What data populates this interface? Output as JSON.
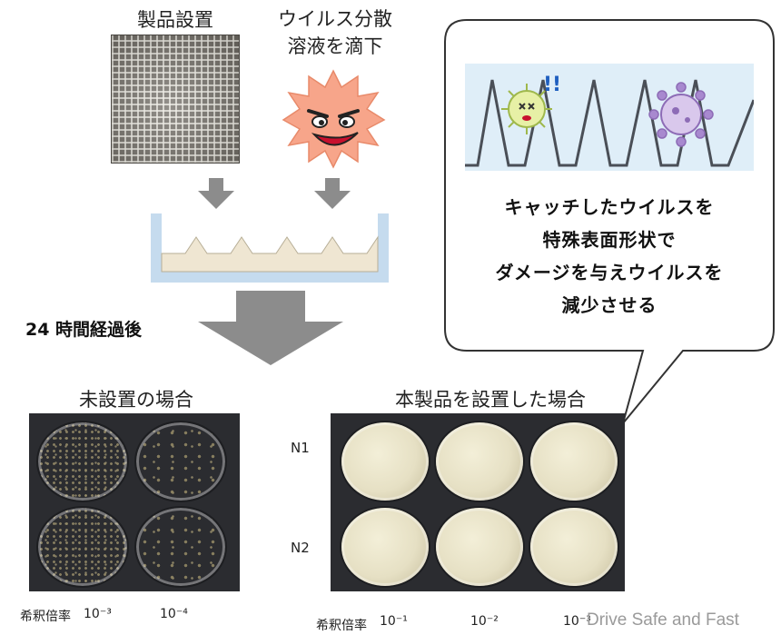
{
  "top": {
    "product_label": "製品設置",
    "virus_label_line1": "ウイルス分散",
    "virus_label_line2": "溶液を滴下"
  },
  "process": {
    "elapsed_label": "24 時間経過後"
  },
  "bubble": {
    "caption_lines": [
      "キャッチしたウイルスを",
      "特殊表面形状で",
      "ダメージを与えウイルスを",
      "減少させる"
    ]
  },
  "results": {
    "left_title": "未設置の場合",
    "right_title": "本製品を設置した場合",
    "row_labels": [
      "N1",
      "N2"
    ],
    "dilution_label": "希釈倍率",
    "left_dilutions": [
      "10⁻³",
      "10⁻⁴"
    ],
    "right_dilutions": [
      "10⁻¹",
      "10⁻²",
      "10⁻³"
    ]
  },
  "watermark": "Drive Safe and Fast",
  "colors": {
    "arrow_gray": "#8c8c8c",
    "tray_blue": "#c5dbee",
    "tray_beige": "#efe6d2",
    "virus_orange": "#f7a58a",
    "panel_blue": "#dfeef8"
  }
}
